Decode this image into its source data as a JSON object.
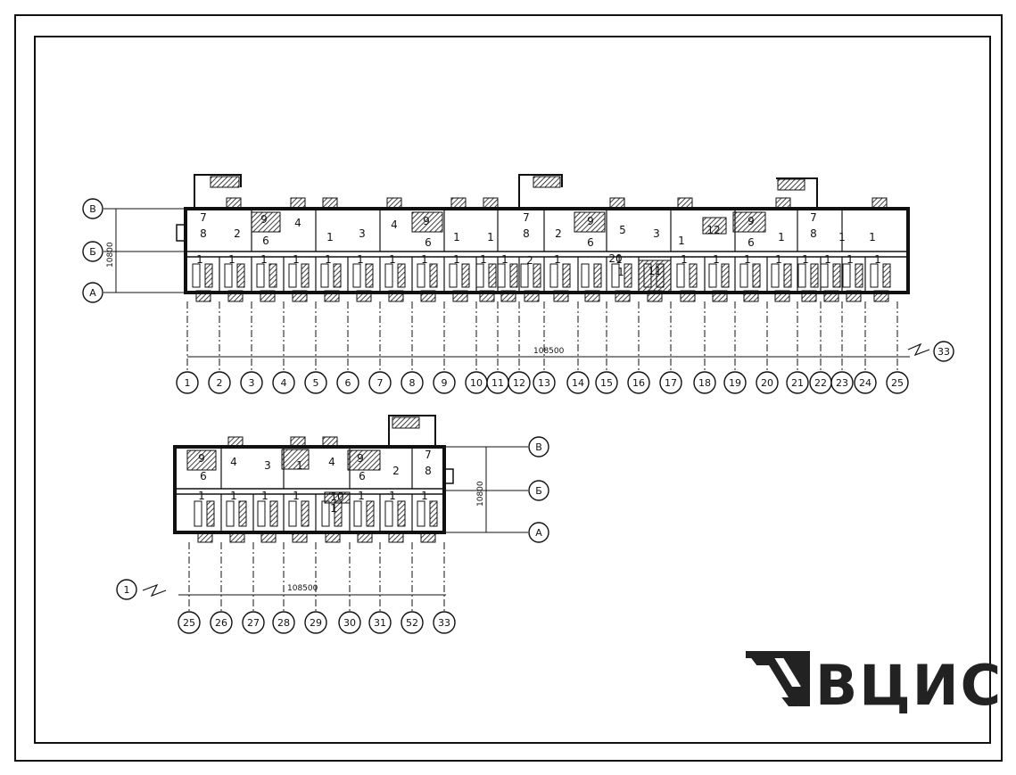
{
  "drawing": {
    "plan1": {
      "axes_letters": [
        "В",
        "Б",
        "А"
      ],
      "axis_numbers": [
        "1",
        "2",
        "3",
        "4",
        "5",
        "6",
        "7",
        "8",
        "9",
        "10",
        "11",
        "12",
        "13",
        "14",
        "15",
        "16",
        "17",
        "18",
        "19",
        "20",
        "21",
        "22",
        "23",
        "24",
        "25"
      ],
      "end_axis": "33",
      "overall_dimension": "108500",
      "depth_dimension": "10800",
      "room_labels": [
        {
          "t": "7"
        },
        {
          "t": "8"
        },
        {
          "t": "9"
        },
        {
          "t": "2"
        },
        {
          "t": "6"
        },
        {
          "t": "4"
        },
        {
          "t": "1"
        },
        {
          "t": "3"
        },
        {
          "t": "4"
        },
        {
          "t": "9"
        },
        {
          "t": "6"
        },
        {
          "t": "1"
        },
        {
          "t": "1"
        },
        {
          "t": "7"
        },
        {
          "t": "8"
        },
        {
          "t": "2"
        },
        {
          "t": "9"
        },
        {
          "t": "6"
        },
        {
          "t": "5"
        },
        {
          "t": "3"
        },
        {
          "t": "1"
        },
        {
          "t": "12"
        },
        {
          "t": "9"
        },
        {
          "t": "6"
        },
        {
          "t": "1"
        },
        {
          "t": "7"
        },
        {
          "t": "8"
        },
        {
          "t": "1"
        },
        {
          "t": "1"
        },
        {
          "t": "2"
        },
        {
          "t": "20"
        },
        {
          "t": "1"
        },
        {
          "t": "11"
        }
      ]
    },
    "plan2": {
      "axes_letters": [
        "В",
        "Б",
        "А"
      ],
      "axis_numbers": [
        "25",
        "26",
        "27",
        "28",
        "29",
        "30",
        "31",
        "52",
        "33"
      ],
      "start_axis": "1",
      "overall_dimension": "108500",
      "depth_dimension": "10800",
      "room_labels": [
        {
          "t": "9"
        },
        {
          "t": "6"
        },
        {
          "t": "4"
        },
        {
          "t": "3"
        },
        {
          "t": "1"
        },
        {
          "t": "4"
        },
        {
          "t": "9"
        },
        {
          "t": "6"
        },
        {
          "t": "2"
        },
        {
          "t": "7"
        },
        {
          "t": "8"
        },
        {
          "t": "10"
        },
        {
          "t": "1"
        }
      ]
    }
  },
  "logo": {
    "text": "ВЦИС",
    "emblem": "triangle-stripes-emblem"
  }
}
